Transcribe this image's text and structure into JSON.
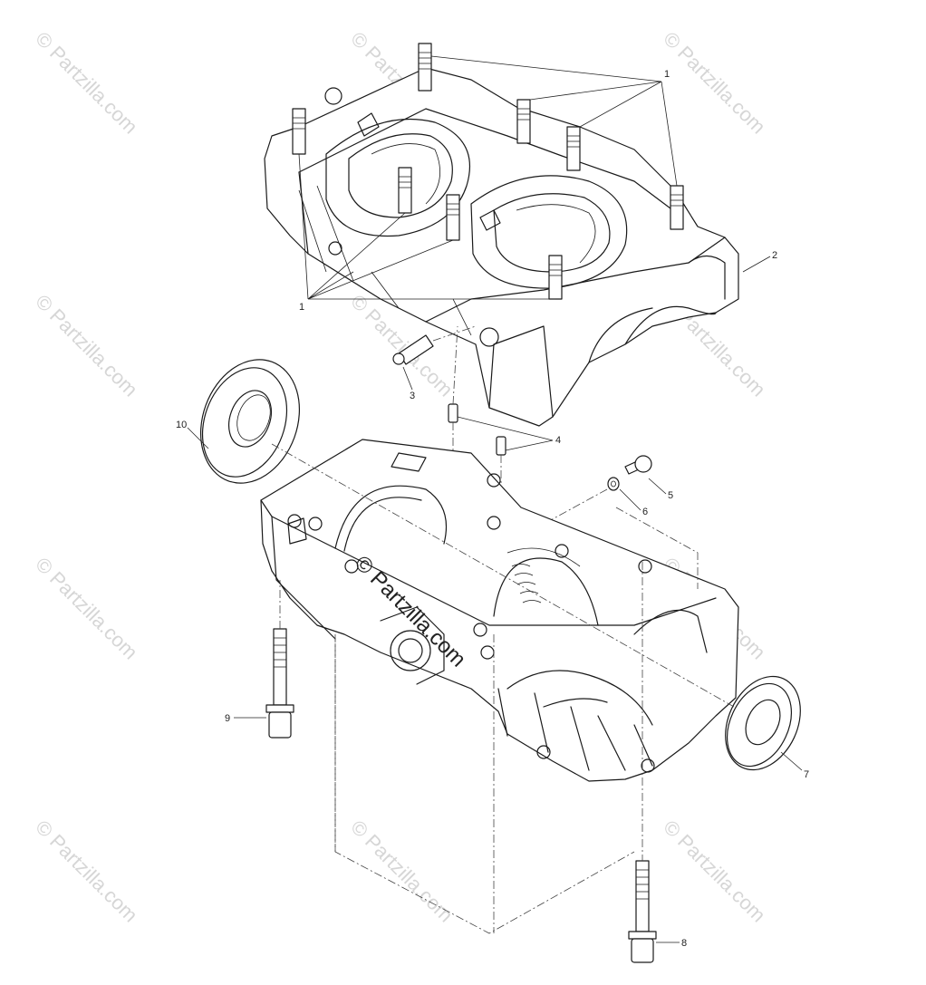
{
  "watermark": "© Partzilla.com",
  "callouts": [
    "1",
    "2",
    "3",
    "4",
    "5",
    "6",
    "7",
    "8",
    "9",
    "10"
  ],
  "parts": [
    {
      "ref": "1",
      "name": "stud"
    },
    {
      "ref": "2",
      "name": "upper crankcase"
    },
    {
      "ref": "3",
      "name": "fitting"
    },
    {
      "ref": "4",
      "name": "dowel pin"
    },
    {
      "ref": "5",
      "name": "bolt"
    },
    {
      "ref": "6",
      "name": "washer"
    },
    {
      "ref": "7",
      "name": "oil seal"
    },
    {
      "ref": "8",
      "name": "bolt"
    },
    {
      "ref": "9",
      "name": "bolt"
    },
    {
      "ref": "10",
      "name": "oil seal"
    }
  ],
  "colors": {
    "line": "#1a1a1a",
    "watermark": "#d6d6d6",
    "background": "#ffffff"
  }
}
